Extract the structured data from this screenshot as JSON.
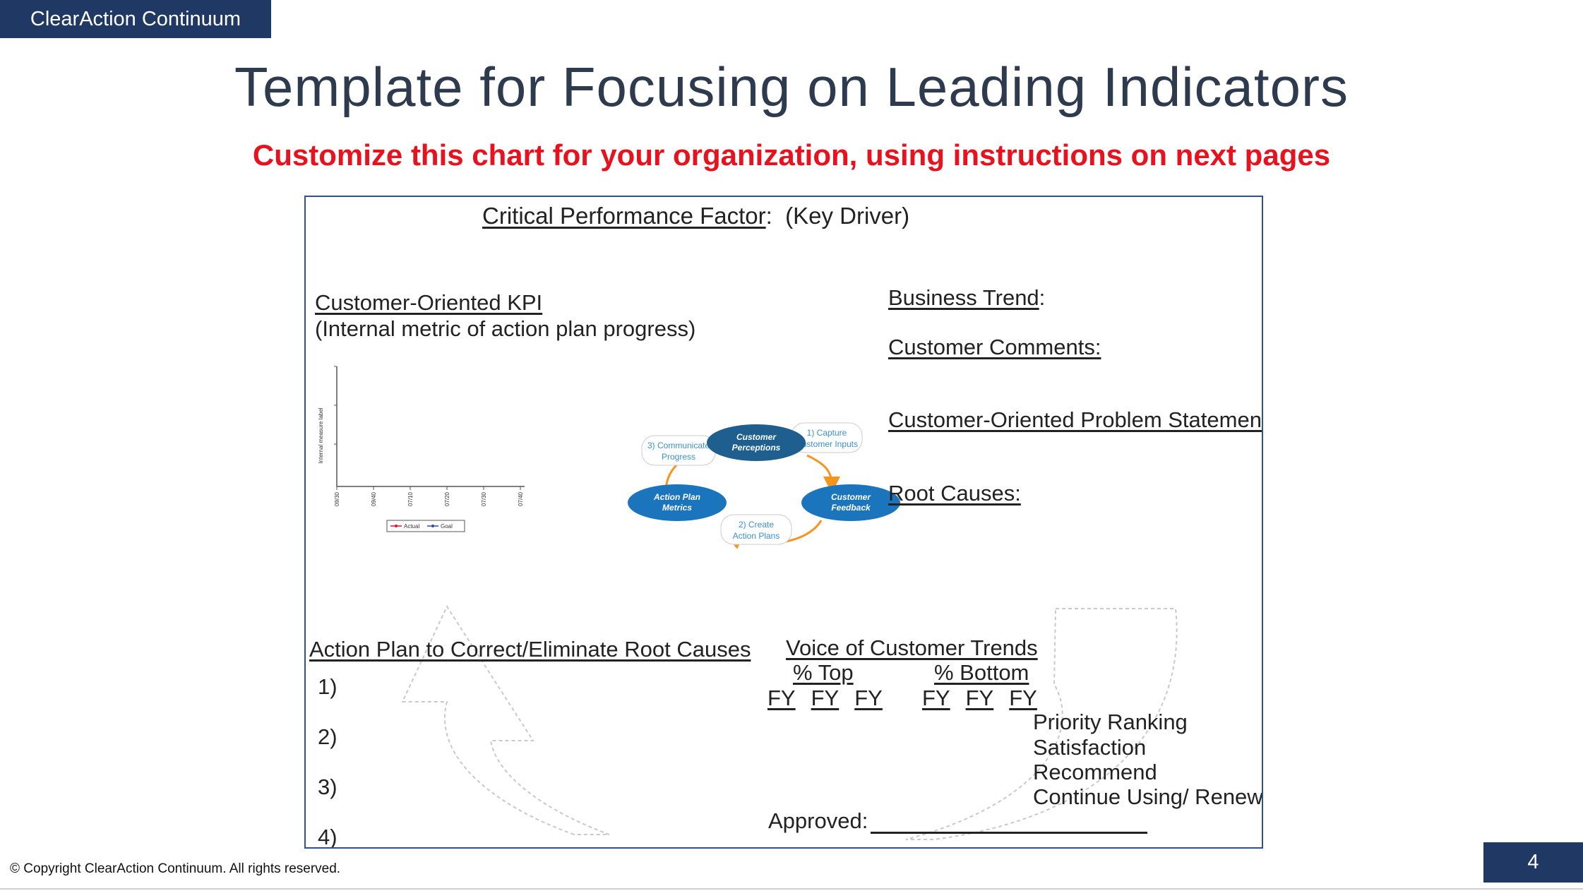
{
  "header": {
    "brand": "ClearAction Continuum",
    "title": "Template for Focusing on Leading Indicators",
    "subtitle": "Customize this chart for your organization, using instructions on next pages"
  },
  "template": {
    "cpf_label": "Critical Performance Factor",
    "cpf_colon": ":",
    "cpf_value": "(Key Driver)",
    "kpi_title": "Customer-Oriented KPI",
    "kpi_sub": "(Internal metric of action plan progress)",
    "business_trend": "Business Trend",
    "business_trend_colon": ":",
    "customer_comments": "Customer Comments:",
    "problem_statement": "Customer-Oriented Problem Statement:",
    "root_causes": "Root Causes:",
    "action_plan_title": "Action Plan to Correct/Eliminate Root Causes",
    "action_items": [
      "1)",
      "2)",
      "3)",
      "4)"
    ],
    "voc_title": "Voice of Customer Trends",
    "voc_top": "% Top",
    "voc_bottom": "% Bottom",
    "fy_labels": [
      "FY",
      "FY",
      "FY",
      "FY",
      "FY",
      "FY"
    ],
    "voc_rows": [
      "Priority Ranking",
      "Satisfaction",
      "Recommend",
      "Continue Using/ Renew"
    ],
    "approved_label": "Approved:"
  },
  "cycle": {
    "nodes": {
      "perceptions": [
        "Customer",
        "Perceptions"
      ],
      "feedback": [
        "Customer",
        "Feedback"
      ],
      "metrics": [
        "Action Plan",
        "Metrics"
      ]
    },
    "steps": {
      "capture": [
        "1) Capture",
        "Customer Inputs"
      ],
      "create": [
        "2) Create",
        "Action Plans"
      ],
      "communicate": [
        "3) Communicate",
        "Progress"
      ]
    },
    "colors": {
      "node": "#1b75bc",
      "node_dark": "#1f5f8f",
      "arrow": "#f7941d",
      "step_text": "#3b8fd4"
    }
  },
  "chart_data": {
    "type": "line",
    "title": "",
    "ylabel": "Internal measure label",
    "categories": [
      "09/30",
      "09/40",
      "07/10",
      "07/20",
      "07/30",
      "07/40"
    ],
    "series": [
      {
        "name": "Actual",
        "values": [],
        "color": "#e8111e"
      },
      {
        "name": "Goal",
        "values": [],
        "color": "#2d4fa1"
      }
    ],
    "legend": "bottom-center",
    "grid": false
  },
  "footer": {
    "copyright": "© Copyright ClearAction Continuum. All rights reserved.",
    "page_number": "4"
  }
}
